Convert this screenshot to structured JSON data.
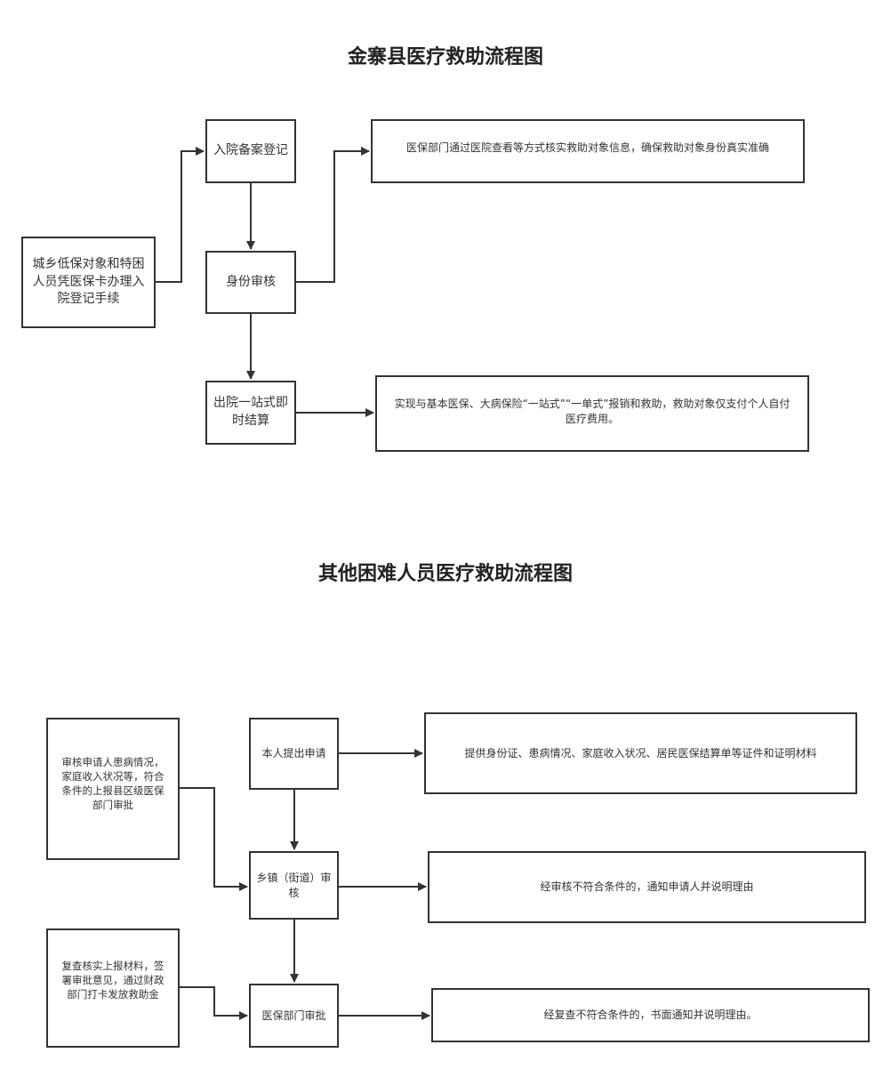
{
  "diagram1": {
    "title": "金寨县医疗救助流程图",
    "nodes": {
      "apply": "城乡低保对象和特困人员凭医保卡办理入院登记手续",
      "register": "入院备案登记",
      "verify": "身份审核",
      "settle": "出院一站式即时结算",
      "verify_note": "医保部门通过医院查看等方式核实救助对象信息，确保救助对象身份真实准确",
      "settle_note": "实现与基本医保、大病保险“一站式”“一单式”报销和救助，救助对象仅支付个人自付医疗费用。"
    }
  },
  "diagram2": {
    "title": "其他困难人员医疗救助流程图",
    "nodes": {
      "self_apply": "本人提出申请",
      "town_review": "乡镇（街道）审核",
      "medical_approve": "医保部门审批",
      "apply_note": "提供身份证、患病情况、家庭收入状况、居民医保结算单等证件和证明材料",
      "town_note": "审核申请人患病情况，家庭收入状况等，符合条件的上报县区级医保部门审批",
      "town_reject": "经审核不符合条件的，通知申请人并说明理由",
      "approve_note": "复查核实上报材料，签署审批意见，通过财政部门打卡发放救助金",
      "approve_reject": "经复查不符合条件的，书面通知并说明理由。"
    }
  }
}
